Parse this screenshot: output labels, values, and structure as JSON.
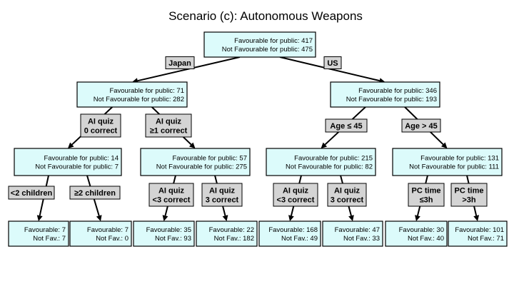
{
  "title": "Scenario (c): Autonomous Weapons",
  "nodes": [
    {
      "id": "root",
      "lines": [
        "Favourable for public: 417",
        "Not Favourable for public: 475"
      ]
    },
    {
      "id": "japan",
      "lines": [
        "Favourable for public: 71",
        "Not Favourable for public: 282"
      ]
    },
    {
      "id": "us",
      "lines": [
        "Favourable for public: 346",
        "Not Favourable for public: 193"
      ]
    },
    {
      "id": "j0",
      "lines": [
        "Favourable for public: 14",
        "Not Favourable for public: 7"
      ]
    },
    {
      "id": "j1",
      "lines": [
        "Favourable for public: 57",
        "Not Favourable for public: 275"
      ]
    },
    {
      "id": "u1",
      "lines": [
        "Favourable for public: 215",
        "Not Favourable for public: 82"
      ]
    },
    {
      "id": "u2",
      "lines": [
        "Favourable for public: 131",
        "Not Favourable for public: 111"
      ]
    },
    {
      "id": "l1",
      "lines": [
        "Favourable: 7",
        "Not Fav.: 7"
      ]
    },
    {
      "id": "l2",
      "lines": [
        "Favourable: 7",
        "Not Fav.: 0"
      ]
    },
    {
      "id": "l3",
      "lines": [
        "Favourable: 35",
        "Not Fav.: 93"
      ]
    },
    {
      "id": "l4",
      "lines": [
        "Favourable: 22",
        "Not Fav.: 182"
      ]
    },
    {
      "id": "l5",
      "lines": [
        "Favourable: 168",
        "Not Fav.: 49"
      ]
    },
    {
      "id": "l6",
      "lines": [
        "Favourable: 47",
        "Not Fav.: 33"
      ]
    },
    {
      "id": "l7",
      "lines": [
        "Favourable: 30",
        "Not Fav.: 40"
      ]
    },
    {
      "id": "l8",
      "lines": [
        "Favourable: 101",
        "Not Fav.: 71"
      ]
    }
  ],
  "edges": [
    {
      "from": "root",
      "to": "japan",
      "label": [
        "Japan"
      ]
    },
    {
      "from": "root",
      "to": "us",
      "label": [
        "US"
      ]
    },
    {
      "from": "japan",
      "to": "j0",
      "label": [
        "AI quiz",
        "0 correct"
      ]
    },
    {
      "from": "japan",
      "to": "j1",
      "label": [
        "AI quiz",
        "≥1 correct"
      ]
    },
    {
      "from": "us",
      "to": "u1",
      "label": [
        "Age ≤ 45"
      ]
    },
    {
      "from": "us",
      "to": "u2",
      "label": [
        "Age > 45"
      ]
    },
    {
      "from": "j0",
      "to": "l1",
      "label": [
        "<2 children"
      ]
    },
    {
      "from": "j0",
      "to": "l2",
      "label": [
        "≥2 children"
      ]
    },
    {
      "from": "j1",
      "to": "l3",
      "label": [
        "AI quiz",
        "<3 correct"
      ]
    },
    {
      "from": "j1",
      "to": "l4",
      "label": [
        "AI quiz",
        "3 correct"
      ]
    },
    {
      "from": "u1",
      "to": "l5",
      "label": [
        "AI quiz",
        "<3 correct"
      ]
    },
    {
      "from": "u1",
      "to": "l6",
      "label": [
        "AI quiz",
        "3 correct"
      ]
    },
    {
      "from": "u2",
      "to": "l7",
      "label": [
        "PC time",
        "≤3h"
      ]
    },
    {
      "from": "u2",
      "to": "l8",
      "label": [
        "PC time",
        ">3h"
      ]
    }
  ],
  "colors": {
    "node_fill": "#dcfbfb",
    "edge_label_fill": "#d4d4d4",
    "stroke": "#000000"
  }
}
